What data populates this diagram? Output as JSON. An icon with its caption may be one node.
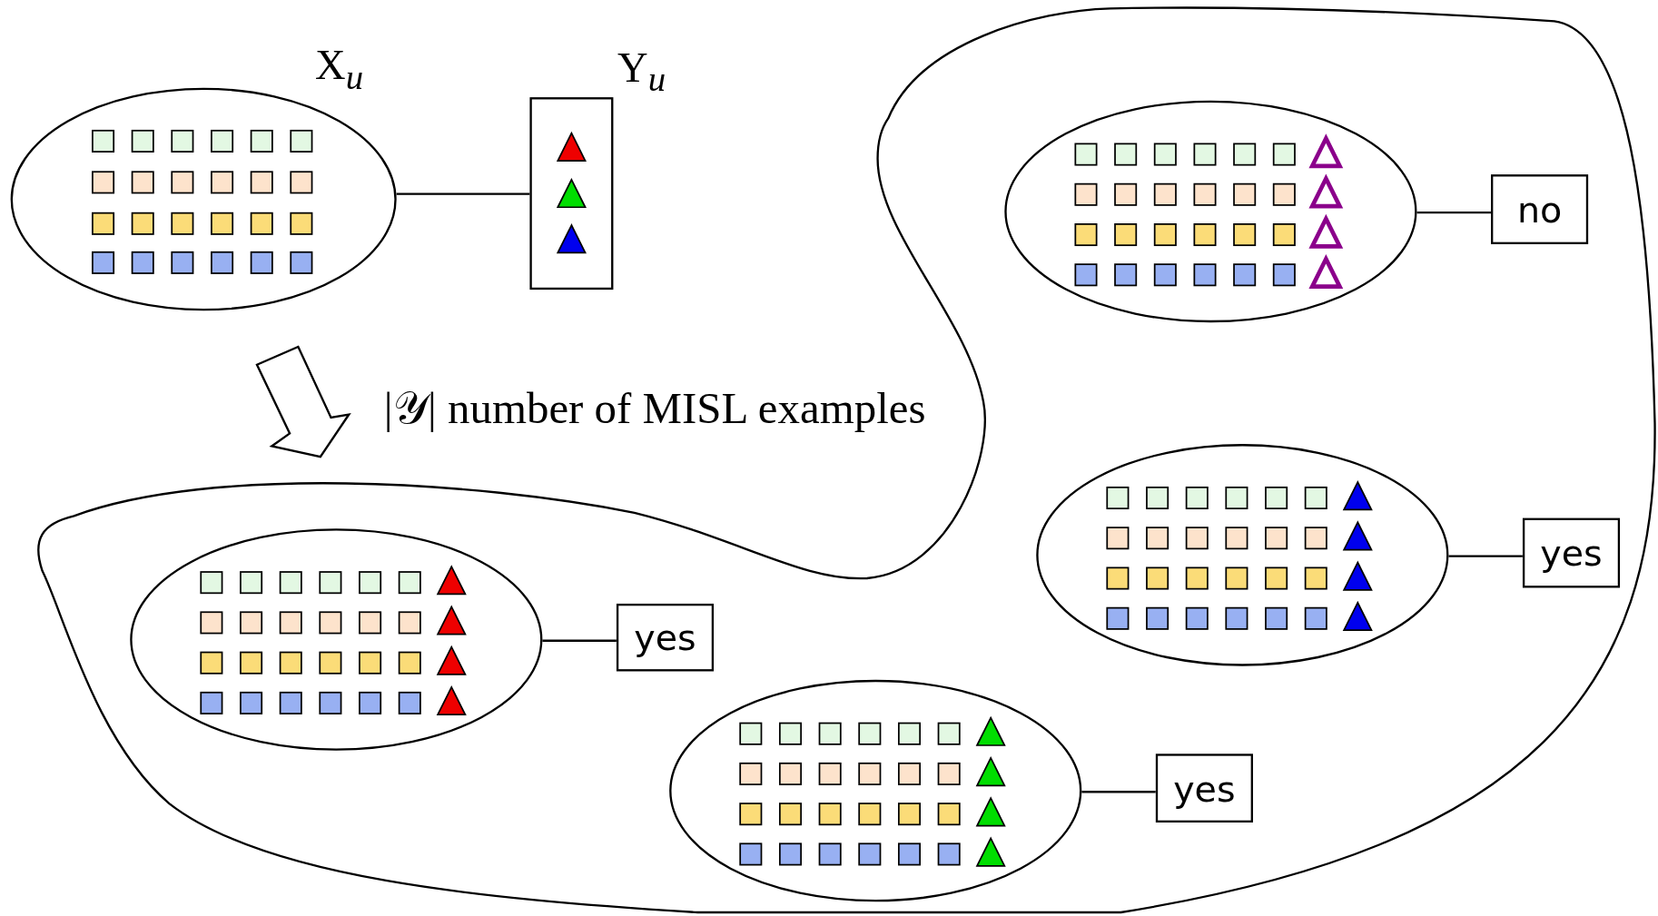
{
  "diagram": {
    "nodes": [
      {
        "text": [],
        "shape": "ellipse",
        "beside": [
          "X$_{u}$"
        ]
      },
      {
        "text": [],
        "shape": "box",
        "beside": [
          "Y$_{u}$"
        ]
      },
      {
        "text": [],
        "shape": "cloud"
      },
      {
        "text": [],
        "shape": "ellipse",
        "in": 2
      },
      {
        "text": [
          "no"
        ],
        "in": 2
      },
      {
        "text": [],
        "shape": "ellipse",
        "in": 2
      },
      {
        "text": [
          "yes"
        ],
        "in": 2
      },
      {
        "text": [],
        "shape": "ellipse",
        "in": 2
      },
      {
        "text": [
          "yes"
        ],
        "in": 2
      },
      {
        "text": [],
        "shape": "ellipse",
        "in": 2
      },
      {
        "text": [
          "yes"
        ],
        "in": 2
      }
    ],
    "edges": [
      {
        "from": 0,
        "to": 1,
        "arrow": "none"
      },
      {
        "from": 3,
        "to": 4,
        "arrow": "none"
      },
      {
        "from": 5,
        "to": 6,
        "arrow": "none"
      },
      {
        "from": 7,
        "to": 8,
        "arrow": "none"
      },
      {
        "from": 9,
        "to": 10,
        "arrow": "none"
      }
    ],
    "labels": [
      "|𝒴| number of MISL examples"
    ]
  }
}
